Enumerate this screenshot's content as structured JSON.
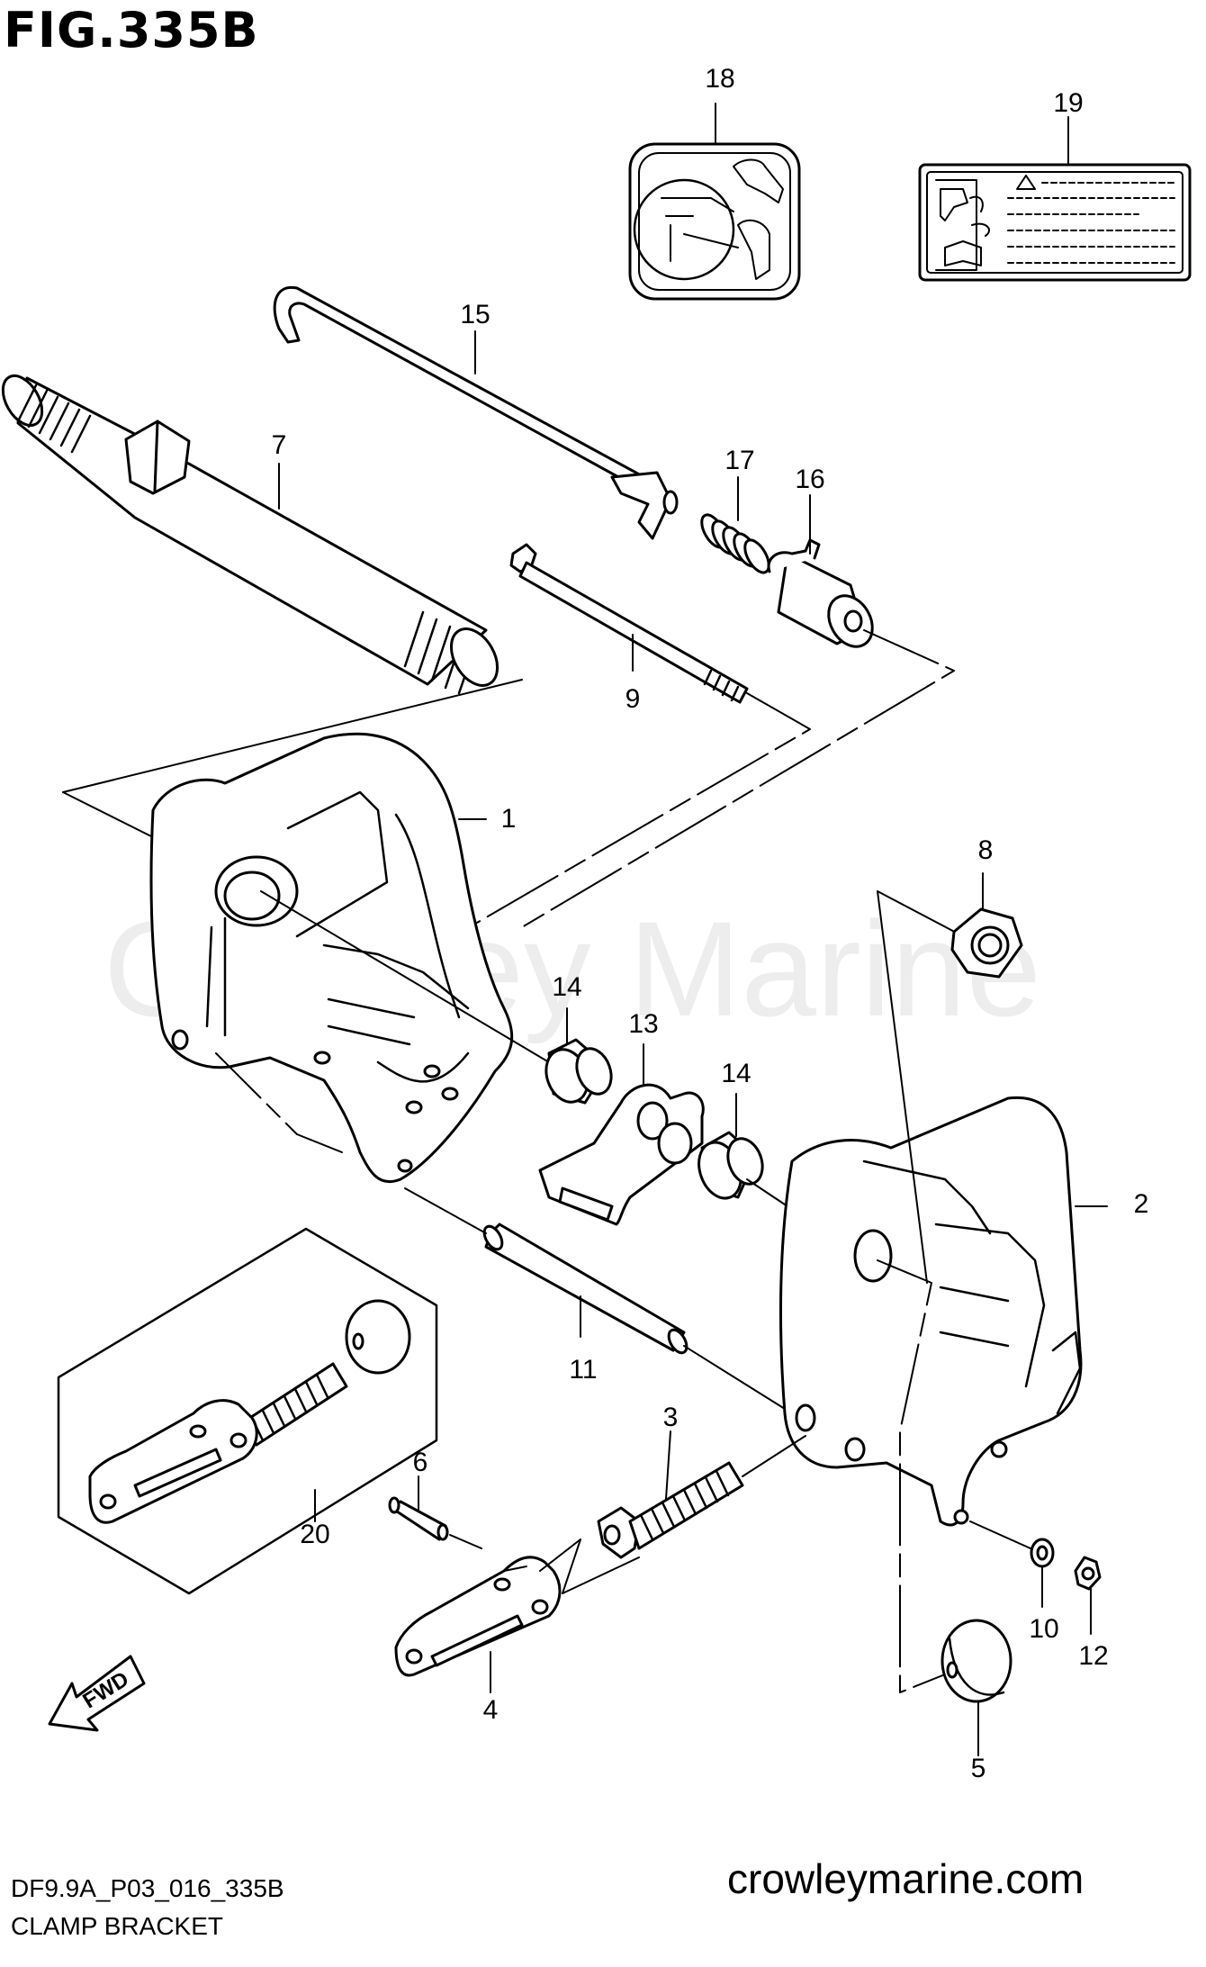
{
  "figure": {
    "title": "FIG.335B",
    "code": "DF9.9A_P03_016_335B",
    "name": "CLAMP BRACKET",
    "website": "crowleymarine.com",
    "watermark": "Crowley Marine",
    "direction_label": "FWD"
  },
  "parts": [
    {
      "id": "p1",
      "number": "1"
    },
    {
      "id": "p2",
      "number": "2"
    },
    {
      "id": "p3",
      "number": "3"
    },
    {
      "id": "p4",
      "number": "4"
    },
    {
      "id": "p5",
      "number": "5"
    },
    {
      "id": "p6",
      "number": "6"
    },
    {
      "id": "p7",
      "number": "7"
    },
    {
      "id": "p8",
      "number": "8"
    },
    {
      "id": "p9",
      "number": "9"
    },
    {
      "id": "p10",
      "number": "10"
    },
    {
      "id": "p11",
      "number": "11"
    },
    {
      "id": "p12",
      "number": "12"
    },
    {
      "id": "p13",
      "number": "13"
    },
    {
      "id": "p14a",
      "number": "14"
    },
    {
      "id": "p14b",
      "number": "14"
    },
    {
      "id": "p15",
      "number": "15"
    },
    {
      "id": "p16",
      "number": "16"
    },
    {
      "id": "p17",
      "number": "17"
    },
    {
      "id": "p18",
      "number": "18"
    },
    {
      "id": "p19",
      "number": "19"
    },
    {
      "id": "p20",
      "number": "20"
    }
  ],
  "colors": {
    "line": "#000000",
    "background": "#ffffff",
    "watermark": "#ededed"
  }
}
